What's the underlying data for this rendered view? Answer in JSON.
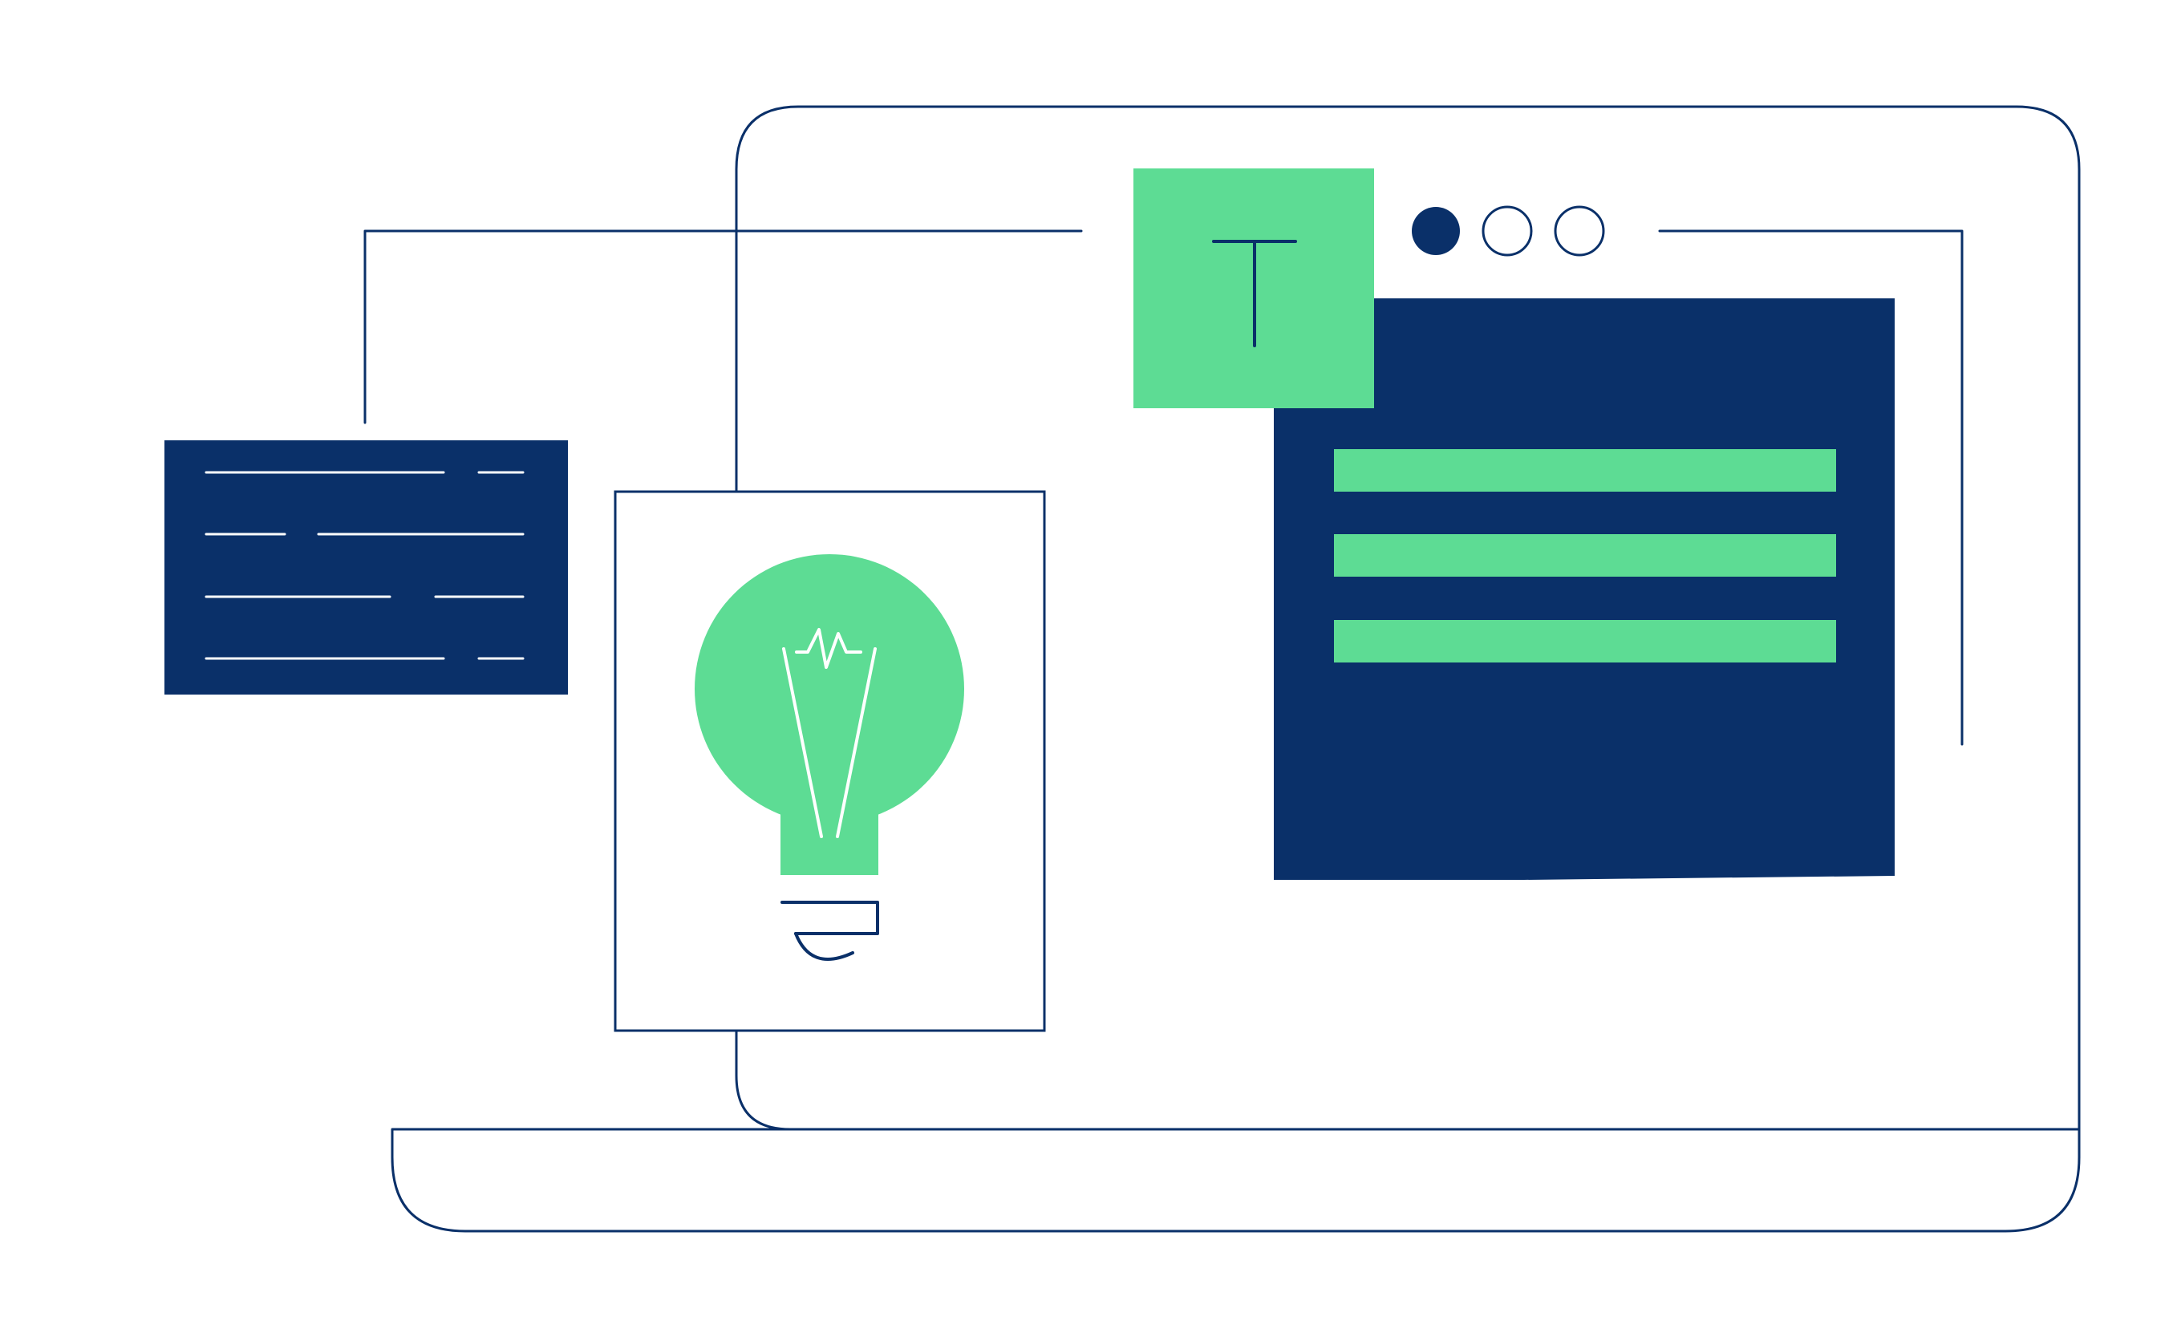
{
  "colors": {
    "navy": "#0a3069",
    "green": "#5ddc94",
    "white": "#ffffff"
  },
  "window_controls": {
    "dots": [
      {
        "name": "dot-filled",
        "filled": true
      },
      {
        "name": "dot-outline-1",
        "filled": false
      },
      {
        "name": "dot-outline-2",
        "filled": false
      }
    ]
  },
  "icons": {
    "text_tool": "text-tool-icon",
    "lightbulb": "lightbulb-icon",
    "document": "document-lines-icon",
    "laptop": "laptop-outline-icon"
  }
}
